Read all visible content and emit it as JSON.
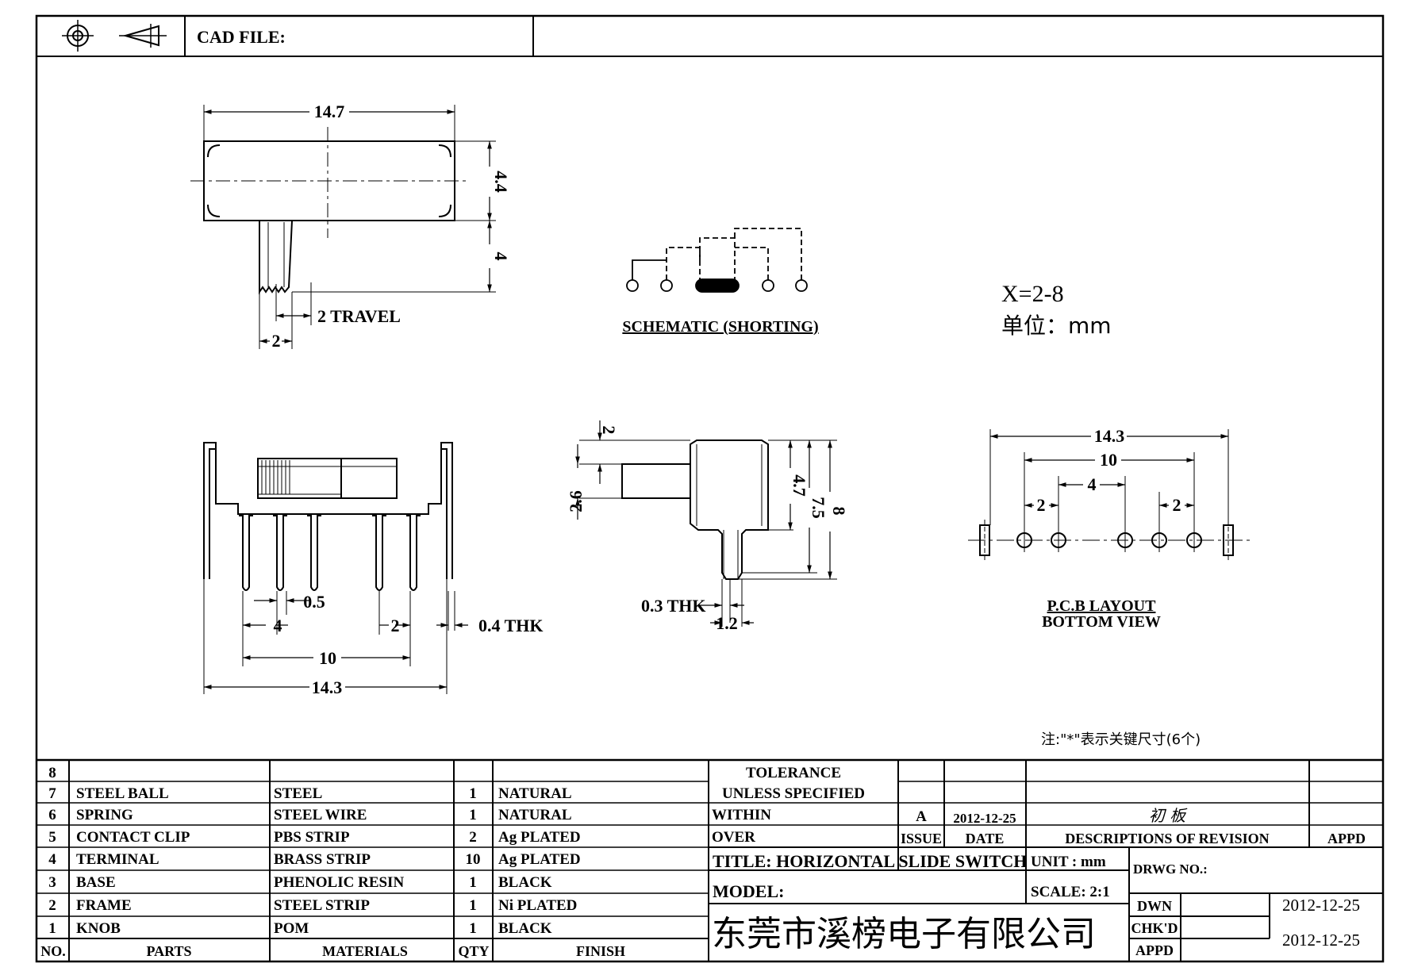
{
  "header": {
    "cad_file_label": "CAD FILE:"
  },
  "top_view": {
    "dim_width": "14.7",
    "dim_height": "4.4",
    "dim_knob": "4",
    "dim_travel": "2 TRAVEL",
    "dim_knob_width": "2"
  },
  "schematic": {
    "label": "SCHEMATIC (SHORTING)"
  },
  "notes": {
    "x_range": "X=2-8",
    "unit_cn": "单位：mm",
    "key_dims": "注:\"*\"表示关键尺寸(6个)"
  },
  "front_view": {
    "dim_pin": "0.5",
    "dim_pitch4": "4",
    "dim_pitch2": "2",
    "dim_thk": "0.4 THK",
    "dim_10": "10",
    "dim_14_3": "14.3"
  },
  "side_view": {
    "dim_2": "2",
    "dim_2_6": "2.6",
    "dim_4_7": "4.7",
    "dim_7_5": "7.5",
    "dim_8": "8",
    "dim_thk": "0.3 THK",
    "dim_1_2": "1.2"
  },
  "pcb_layout": {
    "dim_14_3": "14.3",
    "dim_10": "10",
    "dim_4": "4",
    "dim_2a": "2",
    "dim_2b": "2",
    "label1": "P.C.B LAYOUT",
    "label2": "BOTTOM VIEW"
  },
  "bom": {
    "rows": [
      {
        "no": "8",
        "part": "",
        "material": "",
        "qty": "",
        "finish": ""
      },
      {
        "no": "7",
        "part": "STEEL BALL",
        "material": "STEEL",
        "qty": "1",
        "finish": "NATURAL"
      },
      {
        "no": "6",
        "part": "SPRING",
        "material": "STEEL WIRE",
        "qty": "1",
        "finish": "NATURAL"
      },
      {
        "no": "5",
        "part": "CONTACT CLIP",
        "material": "PBS STRIP",
        "qty": "2",
        "finish": "Ag PLATED"
      },
      {
        "no": "4",
        "part": "TERMINAL",
        "material": "BRASS STRIP",
        "qty": "10",
        "finish": "Ag PLATED"
      },
      {
        "no": "3",
        "part": "BASE",
        "material": "PHENOLIC RESIN",
        "qty": "1",
        "finish": "BLACK"
      },
      {
        "no": "2",
        "part": "FRAME",
        "material": "STEEL STRIP",
        "qty": "1",
        "finish": "Ni PLATED"
      },
      {
        "no": "1",
        "part": "KNOB",
        "material": "POM",
        "qty": "1",
        "finish": "BLACK"
      }
    ],
    "headers": {
      "no": "NO.",
      "parts": "PARTS",
      "materials": "MATERIALS",
      "qty": "QTY",
      "finish": "FINISH"
    }
  },
  "title_block": {
    "tolerance1": "TOLERANCE",
    "tolerance2": "UNLESS  SPECIFIED",
    "within": "WITHIN",
    "over": "OVER",
    "issue_val": "A",
    "date_val": "2012-12-25",
    "rev_desc_val": "初 板",
    "issue_label": "ISSUE",
    "date_label": "DATE",
    "desc_label": "DESCRIPTIONS OF REVISION",
    "appd_label": "APPD",
    "title": "TITLE: HORIZONTAL SLIDE SWITCH",
    "unit": "UNIT : mm",
    "drwg_no": "DRWG NO.:",
    "model": "MODEL:",
    "scale": "SCALE: 2:1",
    "dwn_label": "DWN",
    "dwn_date": "2012-12-25",
    "company": "东莞市溪榜电子有限公司",
    "chkd_label": "CHK'D",
    "appd2_label": "APPD",
    "chk_date": "2012-12-25"
  }
}
